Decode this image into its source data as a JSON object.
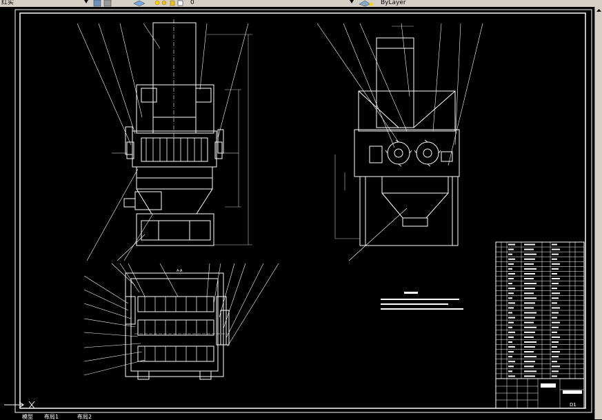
{
  "toolbar": {
    "layer_dropdown_text": "红实",
    "current_layer_value": "0",
    "linetype_dropdown_text": "ByLayer"
  },
  "drawing": {
    "sheet_label": "D1",
    "view_label_a": "A-A",
    "colors": {
      "background": "#000000",
      "lines": "#ffffff",
      "dimension": "#c8c8c8",
      "ui_gray": "#d4d0c8"
    }
  },
  "tabs": {
    "model": "模型",
    "layout1": "布局1",
    "layout2": "布局2"
  },
  "ucs": {
    "x_axis": "X"
  }
}
